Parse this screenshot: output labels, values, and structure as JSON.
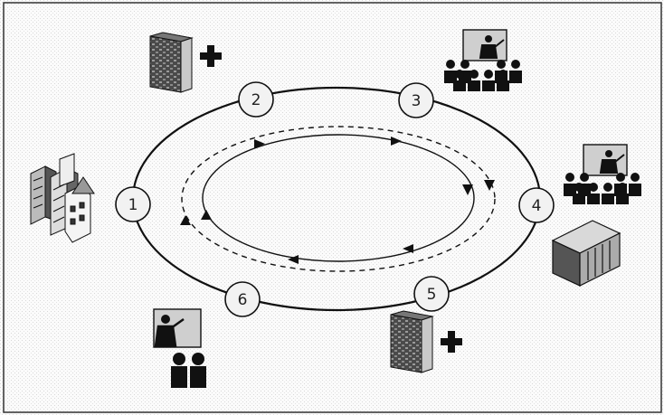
{
  "diagram": {
    "nodes": [
      {
        "id": "1",
        "label": "1"
      },
      {
        "id": "2",
        "label": "2"
      },
      {
        "id": "3",
        "label": "3"
      },
      {
        "id": "4",
        "label": "4"
      },
      {
        "id": "5",
        "label": "5"
      },
      {
        "id": "6",
        "label": "6"
      }
    ],
    "icons": [
      "office-buildings-icon",
      "firewall-plus-icon",
      "audience-presenter-icon",
      "server-rack-icon",
      "presenter-small-group-icon"
    ],
    "colors": {
      "ink": "#111111",
      "node_fill": "#f2f2f2",
      "stipple": "#e9e9e9"
    }
  }
}
